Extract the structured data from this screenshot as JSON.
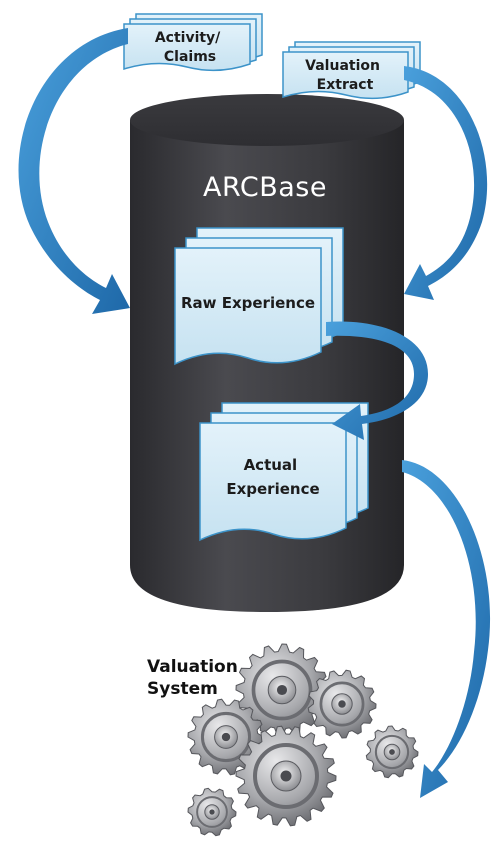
{
  "database": {
    "title": "ARCBase"
  },
  "inputs": [
    {
      "lines": [
        "Activity/",
        "Claims"
      ]
    },
    {
      "lines": [
        "Valuation",
        "Extract"
      ]
    }
  ],
  "stages": [
    {
      "lines": [
        "Raw Experience"
      ]
    },
    {
      "lines": [
        "Actual",
        "Experience"
      ]
    }
  ],
  "output": {
    "lines": [
      "Valuation",
      "System"
    ],
    "icon": "gears-icon"
  },
  "colors": {
    "cylinder": "#3a3a3e",
    "document_fill": "#d3e9f4",
    "document_stroke": "#3c93c9",
    "arrow": "#2f7fc1",
    "text": "#1c1c1c",
    "title": "#ffffff"
  }
}
